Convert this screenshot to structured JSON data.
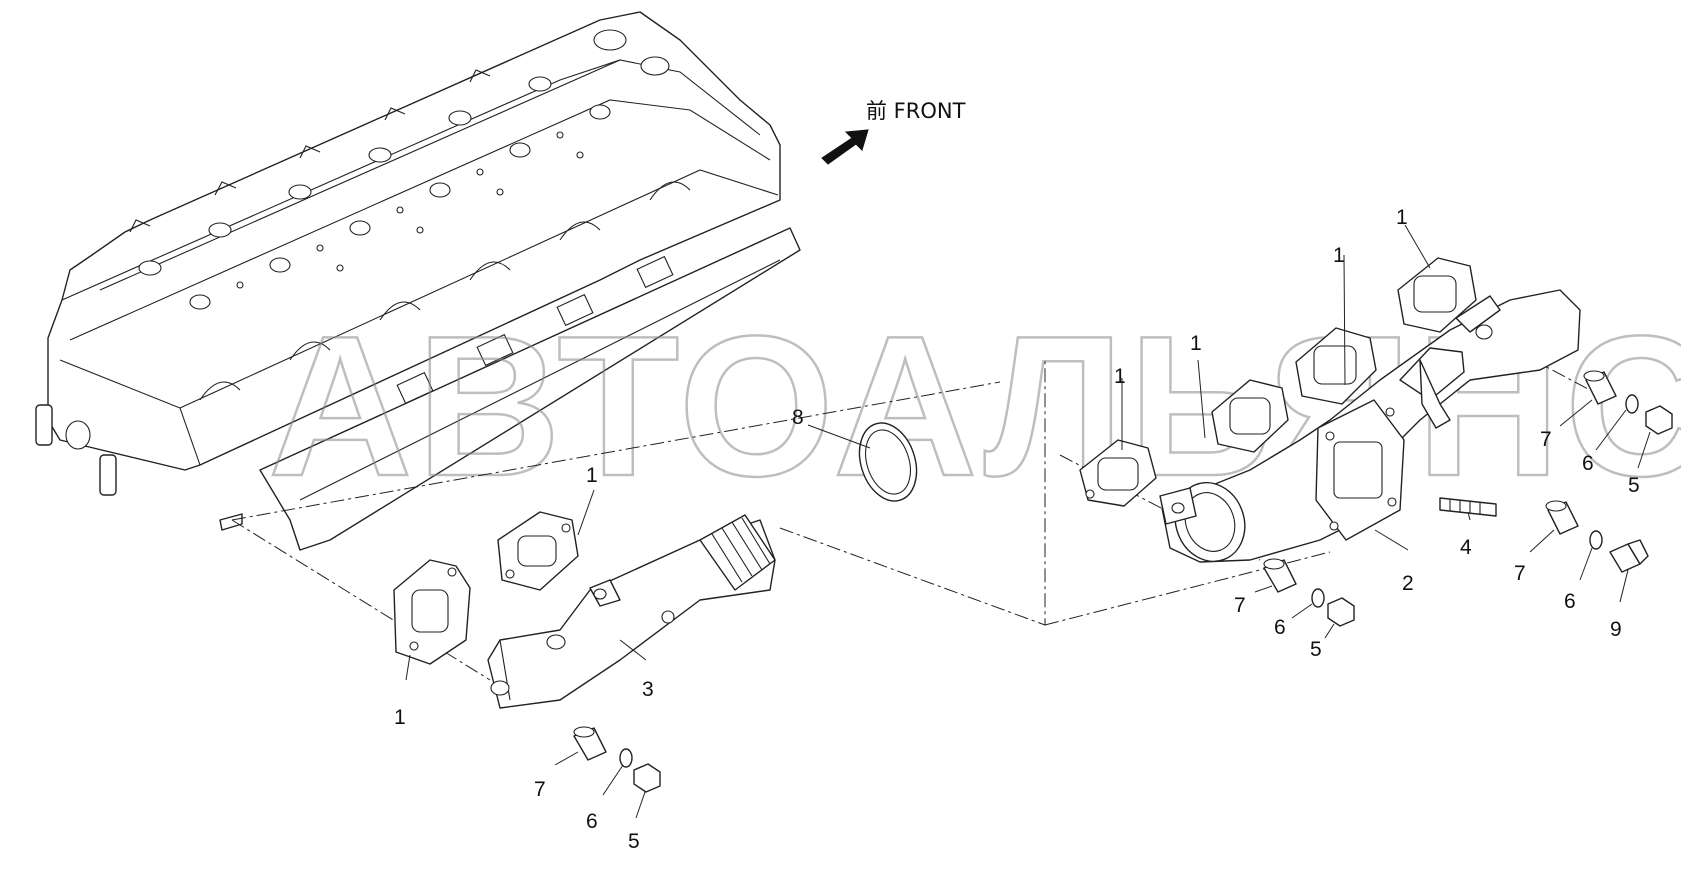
{
  "watermark": "АВТОАЛЬЯНС",
  "front_label": "前 FRONT",
  "front_arrow_icon": "front-direction-arrow-icon",
  "callouts": [
    {
      "id": "c-1-a",
      "text": "1"
    },
    {
      "id": "c-1-b",
      "text": "1"
    },
    {
      "id": "c-1-c",
      "text": "1"
    },
    {
      "id": "c-1-d",
      "text": "1"
    },
    {
      "id": "c-1-e",
      "text": "1"
    },
    {
      "id": "c-1-f",
      "text": "1"
    },
    {
      "id": "c-2",
      "text": "2"
    },
    {
      "id": "c-3",
      "text": "3"
    },
    {
      "id": "c-4",
      "text": "4"
    },
    {
      "id": "c-5-a",
      "text": "5"
    },
    {
      "id": "c-5-b",
      "text": "5"
    },
    {
      "id": "c-5-c",
      "text": "5"
    },
    {
      "id": "c-6-a",
      "text": "6"
    },
    {
      "id": "c-6-b",
      "text": "6"
    },
    {
      "id": "c-6-c",
      "text": "6"
    },
    {
      "id": "c-6-d",
      "text": "6"
    },
    {
      "id": "c-7-a",
      "text": "7"
    },
    {
      "id": "c-7-b",
      "text": "7"
    },
    {
      "id": "c-7-c",
      "text": "7"
    },
    {
      "id": "c-7-d",
      "text": "7"
    },
    {
      "id": "c-8",
      "text": "8"
    },
    {
      "id": "c-9",
      "text": "9"
    }
  ]
}
